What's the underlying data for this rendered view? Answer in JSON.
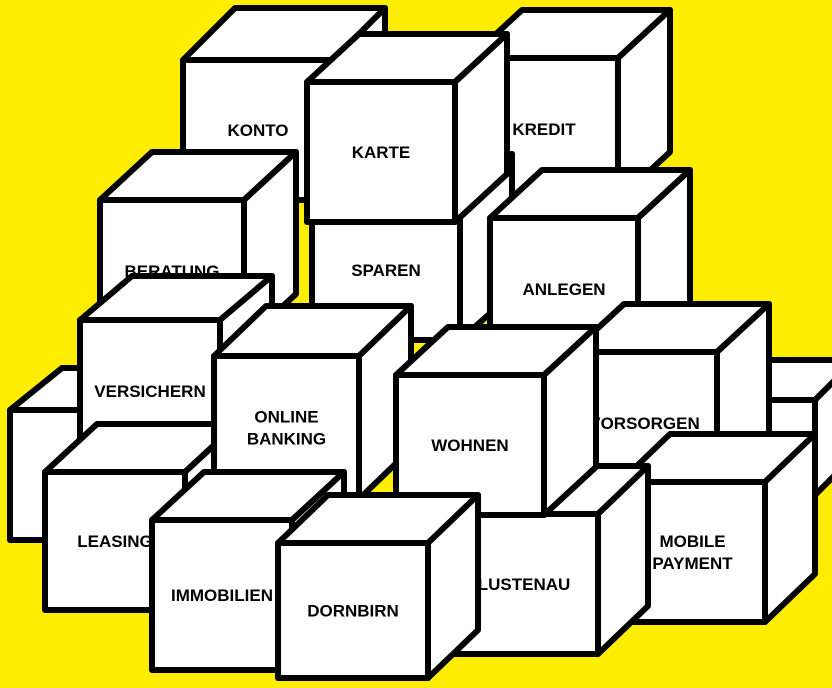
{
  "colors": {
    "background": "#ffed00",
    "cube_face": "#ffffff",
    "outline": "#000000"
  },
  "cubes": {
    "konto": "KONTO",
    "karte": "KARTE",
    "kredit": "KREDIT",
    "beratung": "BERATUNG",
    "sparen": "SPAREN",
    "anlegen": "ANLEGEN",
    "versichern": "VERSICHERN",
    "online_banking": [
      "ONLINE",
      "BANKING"
    ],
    "wohnen": "WOHNEN",
    "vorsorgen": "VORSORGEN",
    "leasing": "LEASING",
    "immobilien": "IMMOBILIEN",
    "dornbirn": "DORNBIRN",
    "lustenau": "LUSTENAU",
    "mobile_payment": [
      "MOBILE",
      "PAYMENT"
    ]
  }
}
